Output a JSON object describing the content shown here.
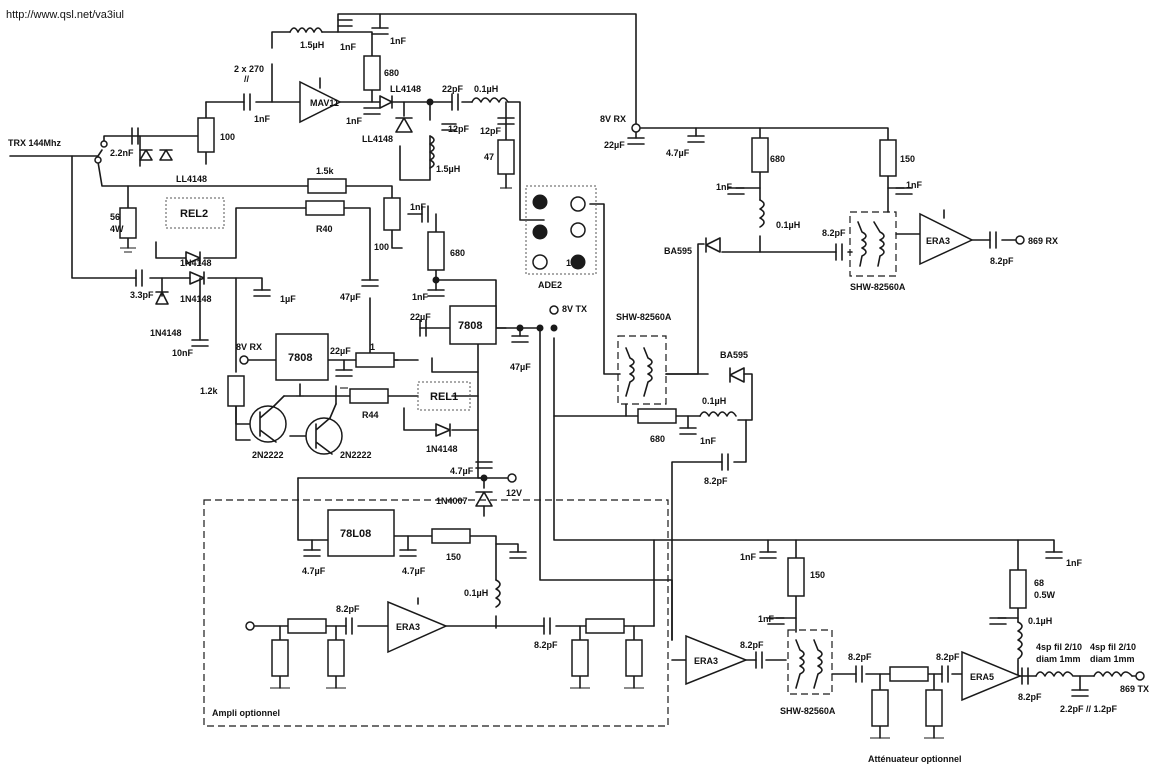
{
  "header": {
    "url": "http://www.qsl.net/va3iul"
  },
  "labels": {
    "trx": "TRX 144Mhz",
    "rx_out": "869 RX",
    "tx_out": "869 TX",
    "rx8": "8V RX",
    "rx8b": "8V RX",
    "tx8": "8V TX",
    "v12": "12V",
    "mav11": "MAV11",
    "ade2": "ADE2",
    "ade2_pin": "1",
    "rel2": "REL2",
    "rel1": "REL1",
    "reg7808a": "7808",
    "reg7808b": "7808",
    "reg78l08": "78L08",
    "era3_rx": "ERA3",
    "era3_opt": "ERA3",
    "era3_tx": "ERA3",
    "era5": "ERA5",
    "ampli": "Ampli optionnel",
    "attenuateur": "Atténuateur optionnel",
    "sw_rx": "SHW-82560A",
    "sw_mid": "SHW-82560A",
    "sw_tx": "SHW-82560A",
    "c_1nf_a": "1nF",
    "c_1nf_b": "1nF",
    "c_1nf_c": "1nF",
    "c_1nf_d": "1nF",
    "c_1nf_e": "1nF",
    "c_1nf_f": "1nF",
    "c_1nf_g": "1nF",
    "c_1nf_h": "1nF",
    "c_1nf_i": "1nF",
    "c_1nf_j": "1nF",
    "c_1nf_k": "1nF",
    "c_1nf_l": "1nF",
    "l_15uh_a": "1.5µH",
    "l_15uh_b": "1.5µH",
    "r_2x270": "2 x 270",
    "r_2x270_par": "//",
    "r_680_a": "680",
    "r_680_b": "680",
    "r_680_c": "680",
    "r_680_d": "680",
    "r_100_a": "100",
    "r_100_b": "100",
    "r_47": "47",
    "r_15k": "1.5k",
    "r_40": "R40",
    "r_44": "R44",
    "r_1": "1",
    "r_12k": "1.2k",
    "r_150_a": "150",
    "r_150_b": "150",
    "r_150_c": "150",
    "r_56": "56",
    "r_56w": "4W",
    "r_68": "68",
    "r_68w": "0.5W",
    "c_22pf": "22pF",
    "c_12pf_a": "12pF",
    "c_12pf_b": "12pF",
    "l_01uh_a": "0.1µH",
    "l_01uh_b": "0.1µH",
    "l_01uh_c": "0.1µH",
    "l_01uh_d": "0.1µH",
    "l_01uh_e": "0.1µH",
    "d_ll4148_a": "LL4148",
    "d_ll4148_b": "LL4148",
    "d_ll4148_c": "LL4148",
    "c_22nf": "2.2nF",
    "d_1n4148_a": "1N4148",
    "d_1n4148_b": "1N4148",
    "d_1n4148_c": "1N4148",
    "d_1n4148_d": "1N4148",
    "c_33pf": "3.3pF",
    "c_1uf": "1µF",
    "c_47uf_a": "47µF",
    "c_47uf_b": "47µF",
    "c_10nf": "10nF",
    "c_22uf_a": "22µF",
    "c_22uf_b": "22µF",
    "c_22uf_c": "22µF",
    "c_47uf_s_a": "4.7µF",
    "c_47uf_s_b": "4.7µF",
    "c_47uf_s_c": "4.7µF",
    "c_47uf_s_d": "4.7µF",
    "q_a": "2N2222",
    "q_b": "2N2222",
    "d_1n4007": "1N4007",
    "d_ba595_a": "BA595",
    "d_ba595_b": "BA595",
    "c_82pf_a": "8.2pF",
    "c_82pf_b": "8.2pF",
    "c_82pf_c": "8.2pF",
    "c_82pf_d": "8.2pF",
    "c_82pf_e": "8.2pF",
    "c_82pf_f": "8.2pF",
    "c_82pf_g": "8.2pF",
    "c_82pf_h": "8.2pF",
    "c_82pf_i": "8.2pF",
    "coil_a": "4sp fil 2/10",
    "coil_a2": "diam 1mm",
    "coil_b": "4sp fil 2/10",
    "coil_b2": "diam 1mm",
    "c_22_12pf": "2.2pF // 1.2pF"
  }
}
